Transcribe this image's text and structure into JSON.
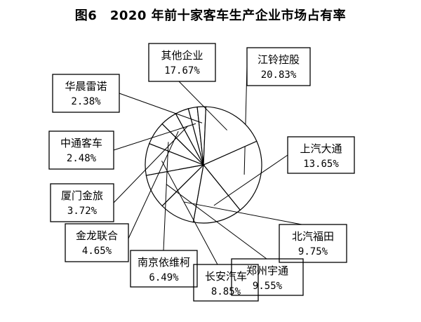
{
  "chart_data": {
    "type": "pie",
    "title": "图6　2020 年前十家客车生产企业市场占有率",
    "start_angle_deg": 66,
    "direction": "clockwise",
    "slice_fill": "#ffffff",
    "line_color": "#000000",
    "slices": [
      {
        "name": "江铃控股",
        "value": 20.83,
        "label": "20.83%"
      },
      {
        "name": "上汽大通",
        "value": 13.65,
        "label": "13.65%"
      },
      {
        "name": "北汽福田",
        "value": 9.75,
        "label": "9.75%"
      },
      {
        "name": "郑州宇通",
        "value": 9.55,
        "label": "9.55%"
      },
      {
        "name": "长安汽车",
        "value": 8.85,
        "label": "8.85%"
      },
      {
        "name": "南京依维柯",
        "value": 6.49,
        "label": "6.49%"
      },
      {
        "name": "金龙联合",
        "value": 4.65,
        "label": "4.65%"
      },
      {
        "name": "厦门金旅",
        "value": 3.72,
        "label": "3.72%"
      },
      {
        "name": "中通客车",
        "value": 2.48,
        "label": "2.48%"
      },
      {
        "name": "华晨雷诺",
        "value": 2.38,
        "label": "2.38%"
      },
      {
        "name": "其他企业",
        "value": 17.67,
        "label": "17.67%"
      }
    ]
  }
}
